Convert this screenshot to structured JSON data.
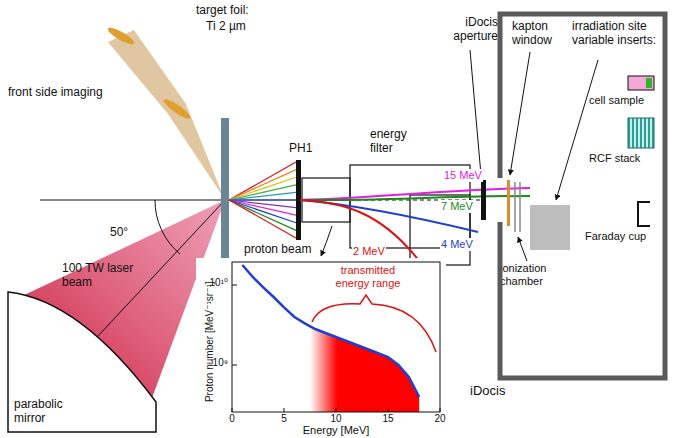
{
  "diagram": {
    "nodes": [
      {
        "text": [
          "iDocis"
        ]
      }
    ],
    "labels": [
      "front side imaging",
      "target foil:",
      "Ti 2 µm",
      "50°",
      "100 TW laser beam",
      "parabolic mirror",
      "PH1",
      "proton beam",
      "energy filter",
      "15 MeV",
      "7 MeV",
      "4 MeV",
      "2 MeV",
      "iDocis aperture",
      "kapton window",
      "irradiation site variable inserts:",
      "cell sample",
      "RCF stack",
      "Faraday cup",
      "ionization chamber",
      "Proton number [MeV⁻¹sr⁻¹]",
      "10¹⁰",
      "10⁹",
      "0",
      "5",
      "10",
      "15",
      "20",
      "Energy [MeV]",
      "transmitted energy range"
    ]
  }
}
